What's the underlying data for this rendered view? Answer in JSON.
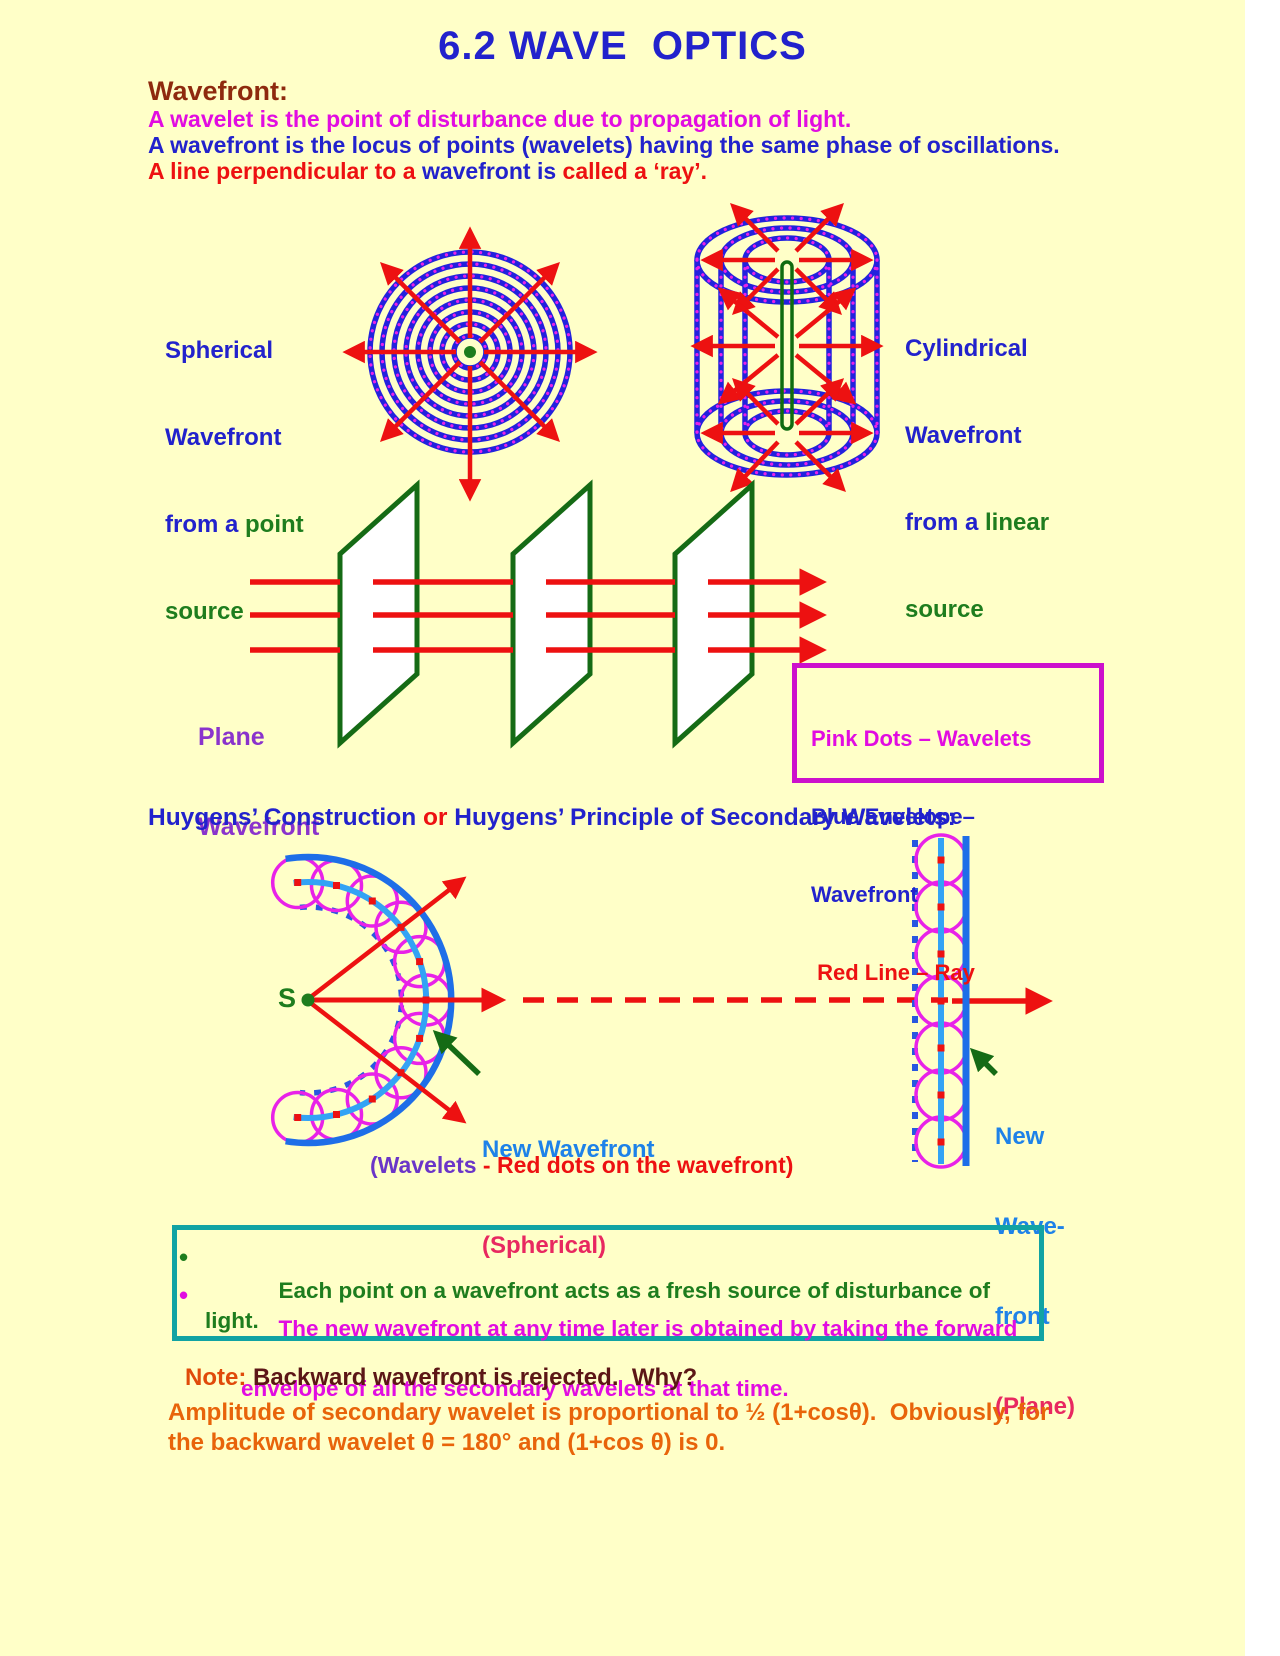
{
  "title": "6.2 WAVE  OPTICS",
  "colors": {
    "background": "#FFFFC8",
    "title_blue": "#2222CC",
    "heading_maroon": "#8E2A0E",
    "magenta": "#E10CE1",
    "red": "#ED1111",
    "green": "#1E7D1E",
    "purple": "#8A33CC",
    "crimson": "#E82860",
    "sky_blue_label": "#1E82E8",
    "orange": "#E8640A",
    "legend_border": "#CC10CC",
    "principle_border": "#11A3A3",
    "wavefront_blue": "#2222DD",
    "wavelet_magenta": "#E822E8",
    "envelope_light_blue": "#33A3F5",
    "envelope_deep_blue": "#1E6EE8",
    "diagram_green": "#156B15"
  },
  "wavefront": {
    "heading": "Wavefront:",
    "def1": "A wavelet is the point of disturbance due to propagation of light.",
    "def2": "A wavefront is the locus of points (wavelets) having the same phase of oscillations.",
    "def3a": "A line perpendicular to a ",
    "def3b": "wavefront is",
    "def3c": " called a ‘ray’."
  },
  "labels": {
    "spherical": {
      "l1": "Spherical",
      "l2": "Wavefront",
      "l3a": "from a ",
      "l3b": "point",
      "l4": "source"
    },
    "cylindrical": {
      "l1": "Cylindrical",
      "l2": "Wavefront",
      "l3a": "from a ",
      "l3b": "linear",
      "l4": "source"
    },
    "plane": {
      "l1": "Plane",
      "l2": "Wavefront"
    }
  },
  "legend": {
    "line1": "Pink Dots – Wavelets",
    "line2": "Blue Envelope–",
    "line3": "Wavefront",
    "line4": " Red Line – Ray"
  },
  "huygens": {
    "heading_a": "Huygens’ Construction ",
    "heading_b": "or",
    "heading_c": " Huygens’ Principle of Secondary Wavelets:",
    "s_label": "S",
    "new_spherical_1": "New Wavefront",
    "new_spherical_2": "(Spherical)",
    "caption_a": "(Wavelets",
    "caption_b": " - Red dots on the wavefront)",
    "new_plane_1": "New",
    "new_plane_2": "Wave-",
    "new_plane_3": "front",
    "new_plane_4": "(Plane)"
  },
  "principles": {
    "bullet1": "Each point on a wavefront acts as a fresh source of disturbance of light.",
    "bullet2_line1": "The new wavefront at any time later is obtained by taking the forward",
    "bullet2_line2": "envelope of all the secondary wavelets at that time."
  },
  "note": {
    "label": "Note:",
    "text": " Backward wavefront is rejected.  Why?"
  },
  "amplitude": {
    "line1": "Amplitude of secondary wavelet is proportional to ½ (1+cosθ).  Obviously, for",
    "line2": "the backward wavelet θ = 180° and (1+cos θ) is 0."
  }
}
